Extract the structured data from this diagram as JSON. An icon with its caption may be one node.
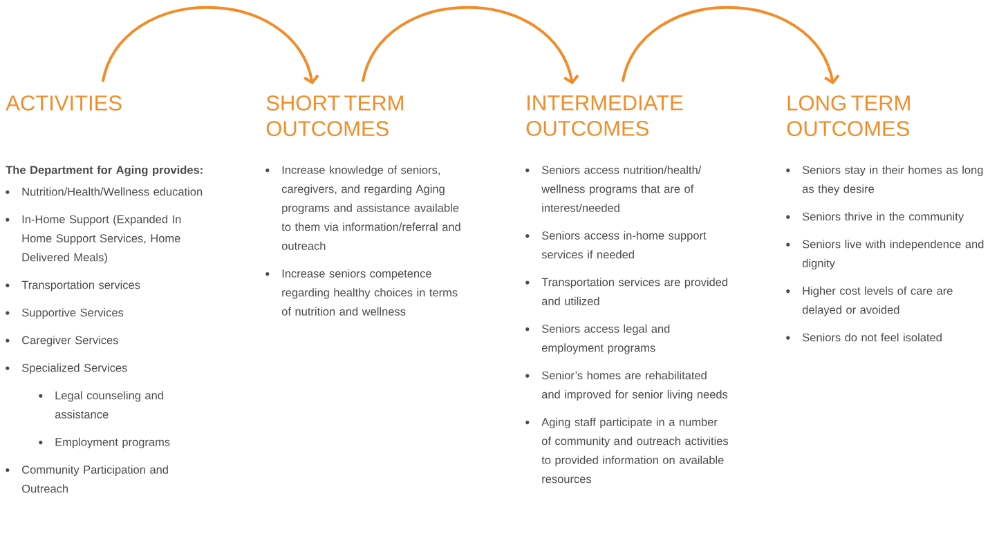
{
  "diagram": {
    "nodes": [
      {
        "text": [
          "ACTIVITIES",
          "The Department for Aging provides:",
          "Nutrition/Health/Wellness education",
          "In-Home Support (Expanded In Home Support Services, Home Delivered Meals)",
          "Transportation services",
          "Supportive Services",
          "Caregiver Services",
          "Specialized Services",
          "Legal counseling and assistance",
          "Employment programs",
          "Community Participation and Outreach"
        ]
      },
      {
        "text": [
          "SHORT TERM OUTCOMES",
          "Increase knowledge of seniors, caregivers, and regarding Aging programs and assistance available to them via information/referral and outreach",
          "Increase seniors competence regarding healthy choices in terms of nutrition and wellness"
        ]
      },
      {
        "text": [
          "INTERMEDIATE OUTCOMES",
          "Seniors access nutrition/health/ wellness programs that are of interest/needed",
          "Seniors access in-home support services if needed",
          "Transportation services are provided and utilized",
          "Seniors access legal and employment programs",
          "Senior’s homes are rehabilitated and improved for senior living needs",
          "Aging staff participate in a number of community and outreach activities to provided information on available resources"
        ]
      },
      {
        "text": [
          "LONG TERM OUTCOMES",
          "Seniors stay in their homes as long as they desire",
          "Seniors thrive in the community",
          "Seniors live with independence and dignity",
          "Higher cost levels of care are delayed or avoided",
          "Seniors do not feel isolated"
        ]
      }
    ],
    "edges": [
      {
        "from": 0,
        "to": 1,
        "arrow": "to"
      },
      {
        "from": 1,
        "to": 2,
        "arrow": "to"
      },
      {
        "from": 2,
        "to": 3,
        "arrow": "to"
      }
    ]
  }
}
